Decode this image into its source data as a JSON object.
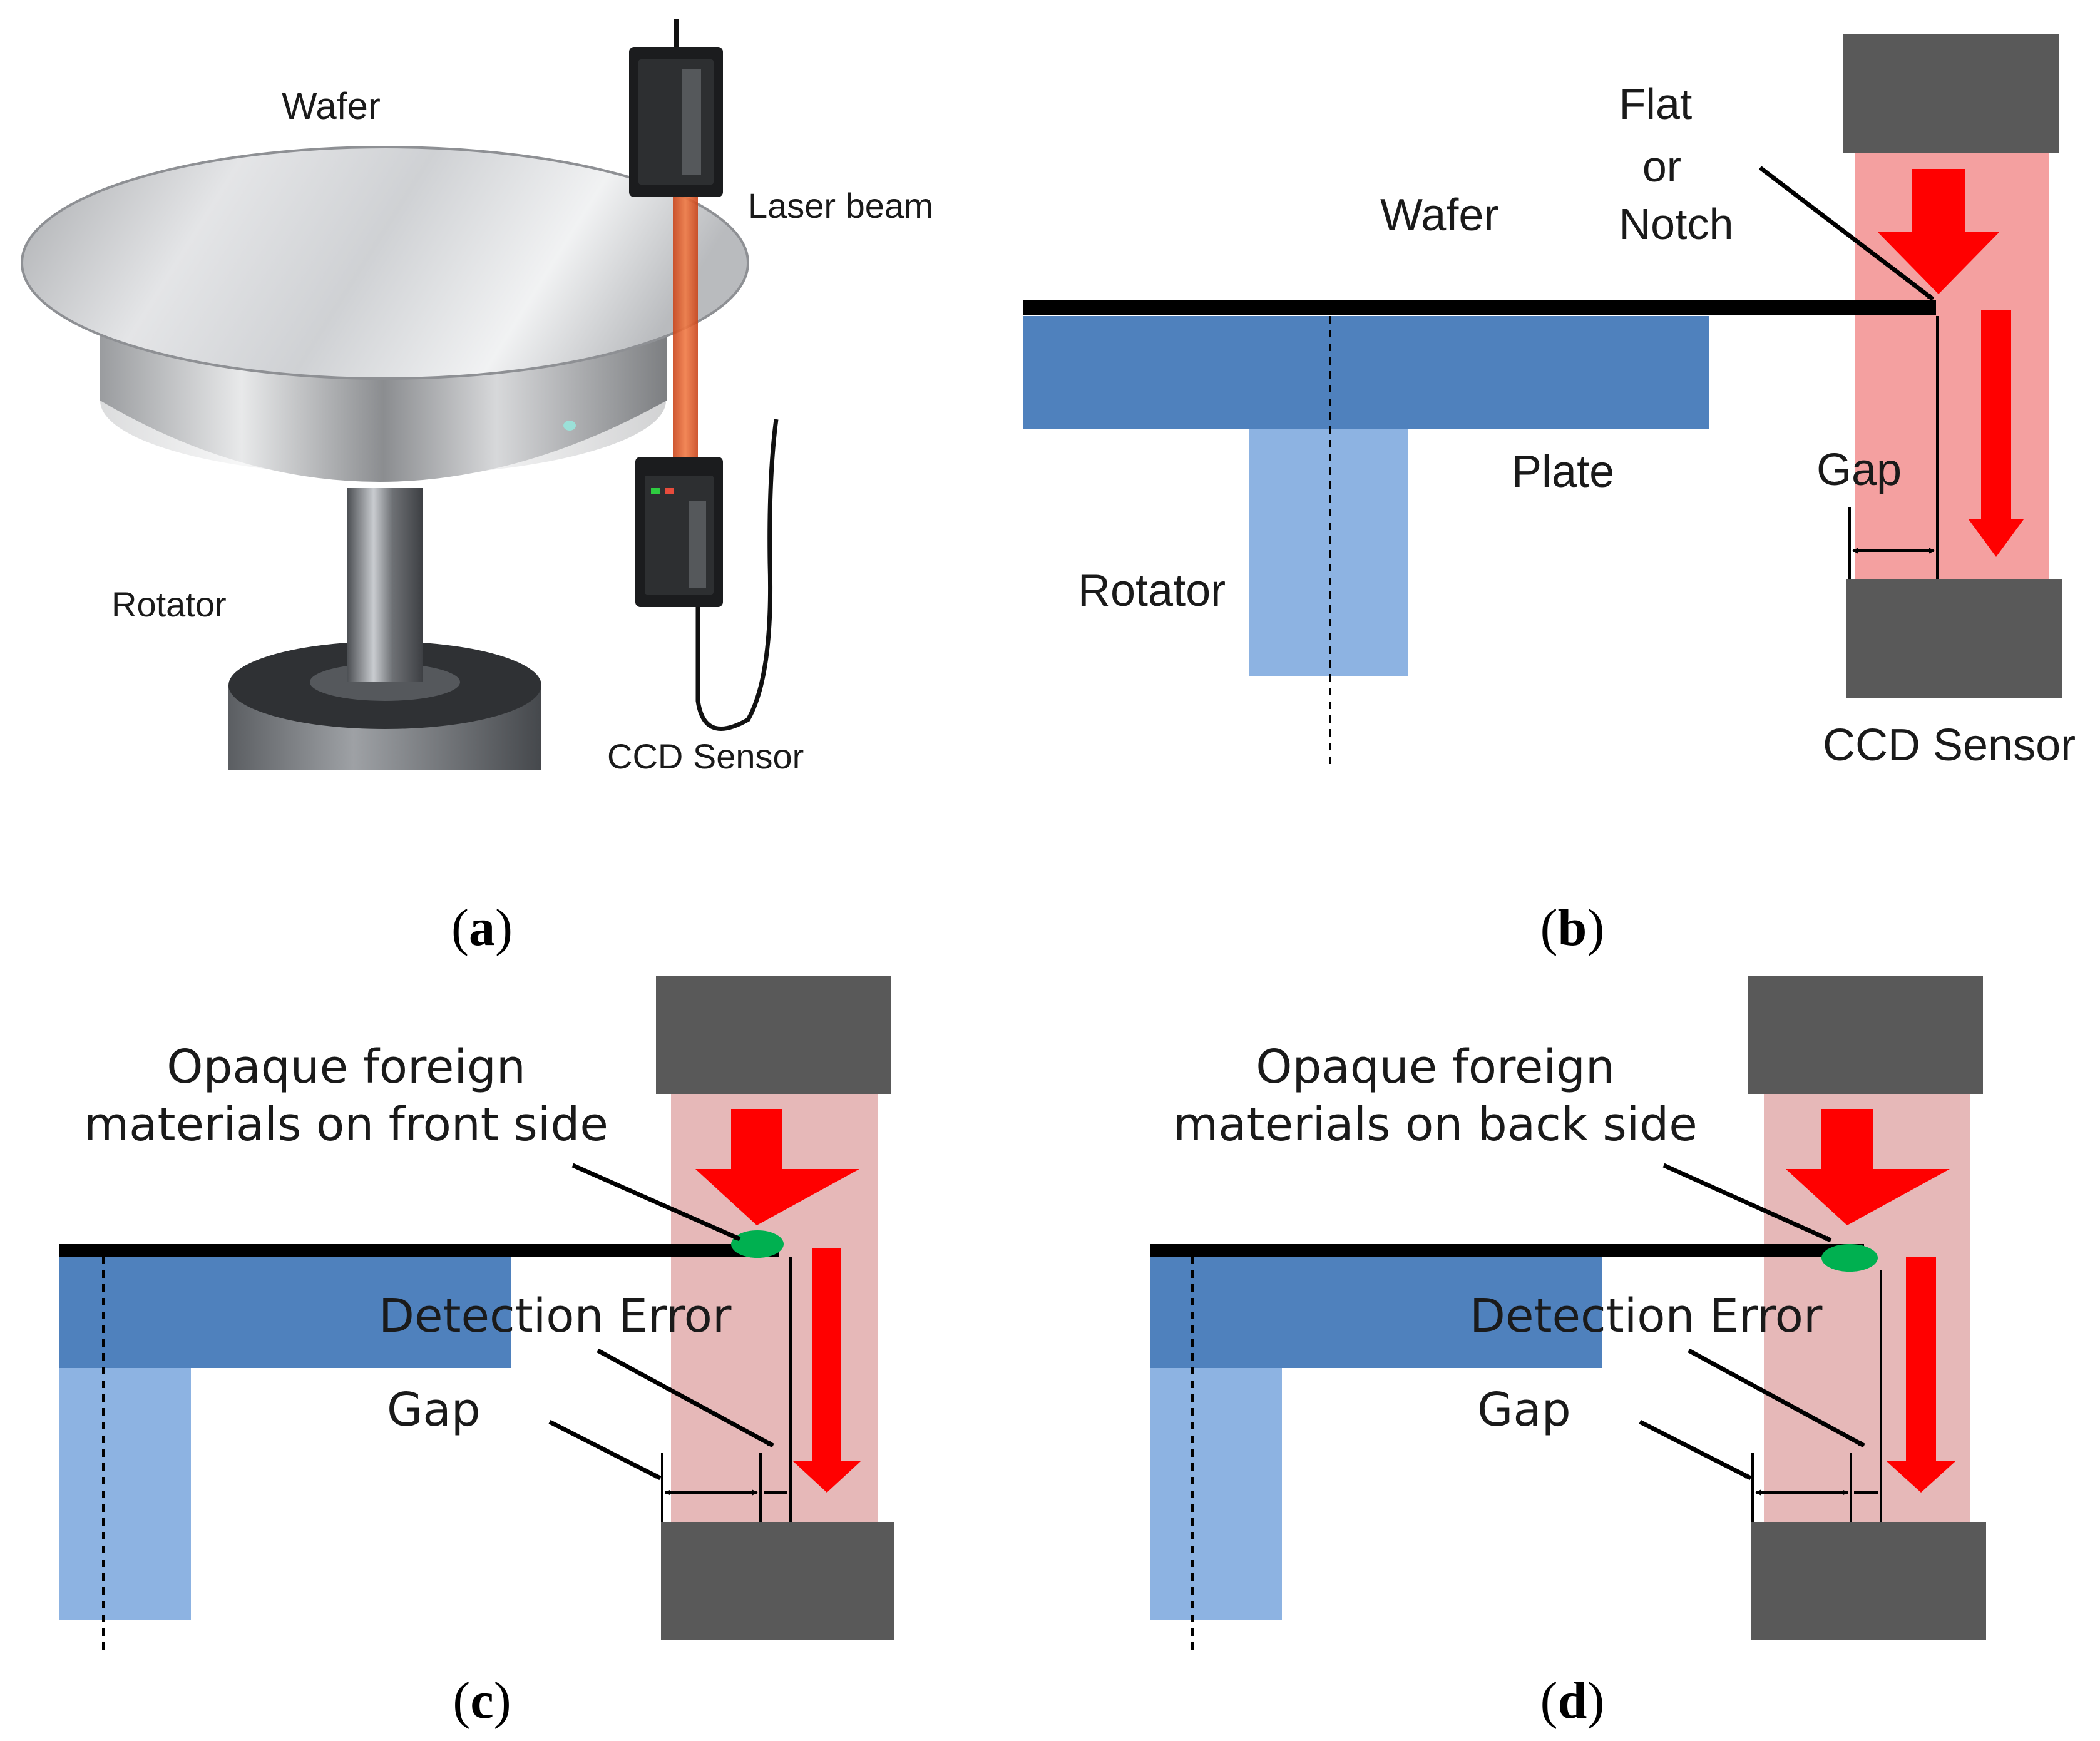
{
  "panel_a": {
    "caption_letter": "a",
    "labels": {
      "wafer": "Wafer",
      "laser_beam": "Laser beam",
      "rotator": "Rotator",
      "ccd_sensor": "CCD Sensor"
    }
  },
  "panel_b": {
    "caption_letter": "b",
    "labels": {
      "flat": "Flat",
      "or": "or",
      "notch": "Notch",
      "wafer": "Wafer",
      "plate": "Plate",
      "gap": "Gap",
      "rotator": "Rotator",
      "ccd_sensor": "CCD Sensor"
    }
  },
  "panel_c": {
    "caption_letter": "c",
    "labels": {
      "foreign_line1": "Opaque foreign",
      "foreign_line2": "materials on front side",
      "detection_error": "Detection Error",
      "gap": "Gap"
    }
  },
  "panel_d": {
    "caption_letter": "d",
    "labels": {
      "foreign_line1": "Opaque foreign",
      "foreign_line2": "materials on back side",
      "detection_error": "Detection Error",
      "gap": "Gap"
    }
  },
  "colors": {
    "plate_blue": "#4f81bd",
    "rotator_blue": "#8db3e2",
    "sensor_gray": "#595959",
    "beam_pink_b": "#f4a0a0",
    "beam_pink_cd": "#e6b8b8",
    "arrow_red": "#ff0000",
    "foreign_green": "#00b050",
    "laser_orange": "#e0602a"
  }
}
